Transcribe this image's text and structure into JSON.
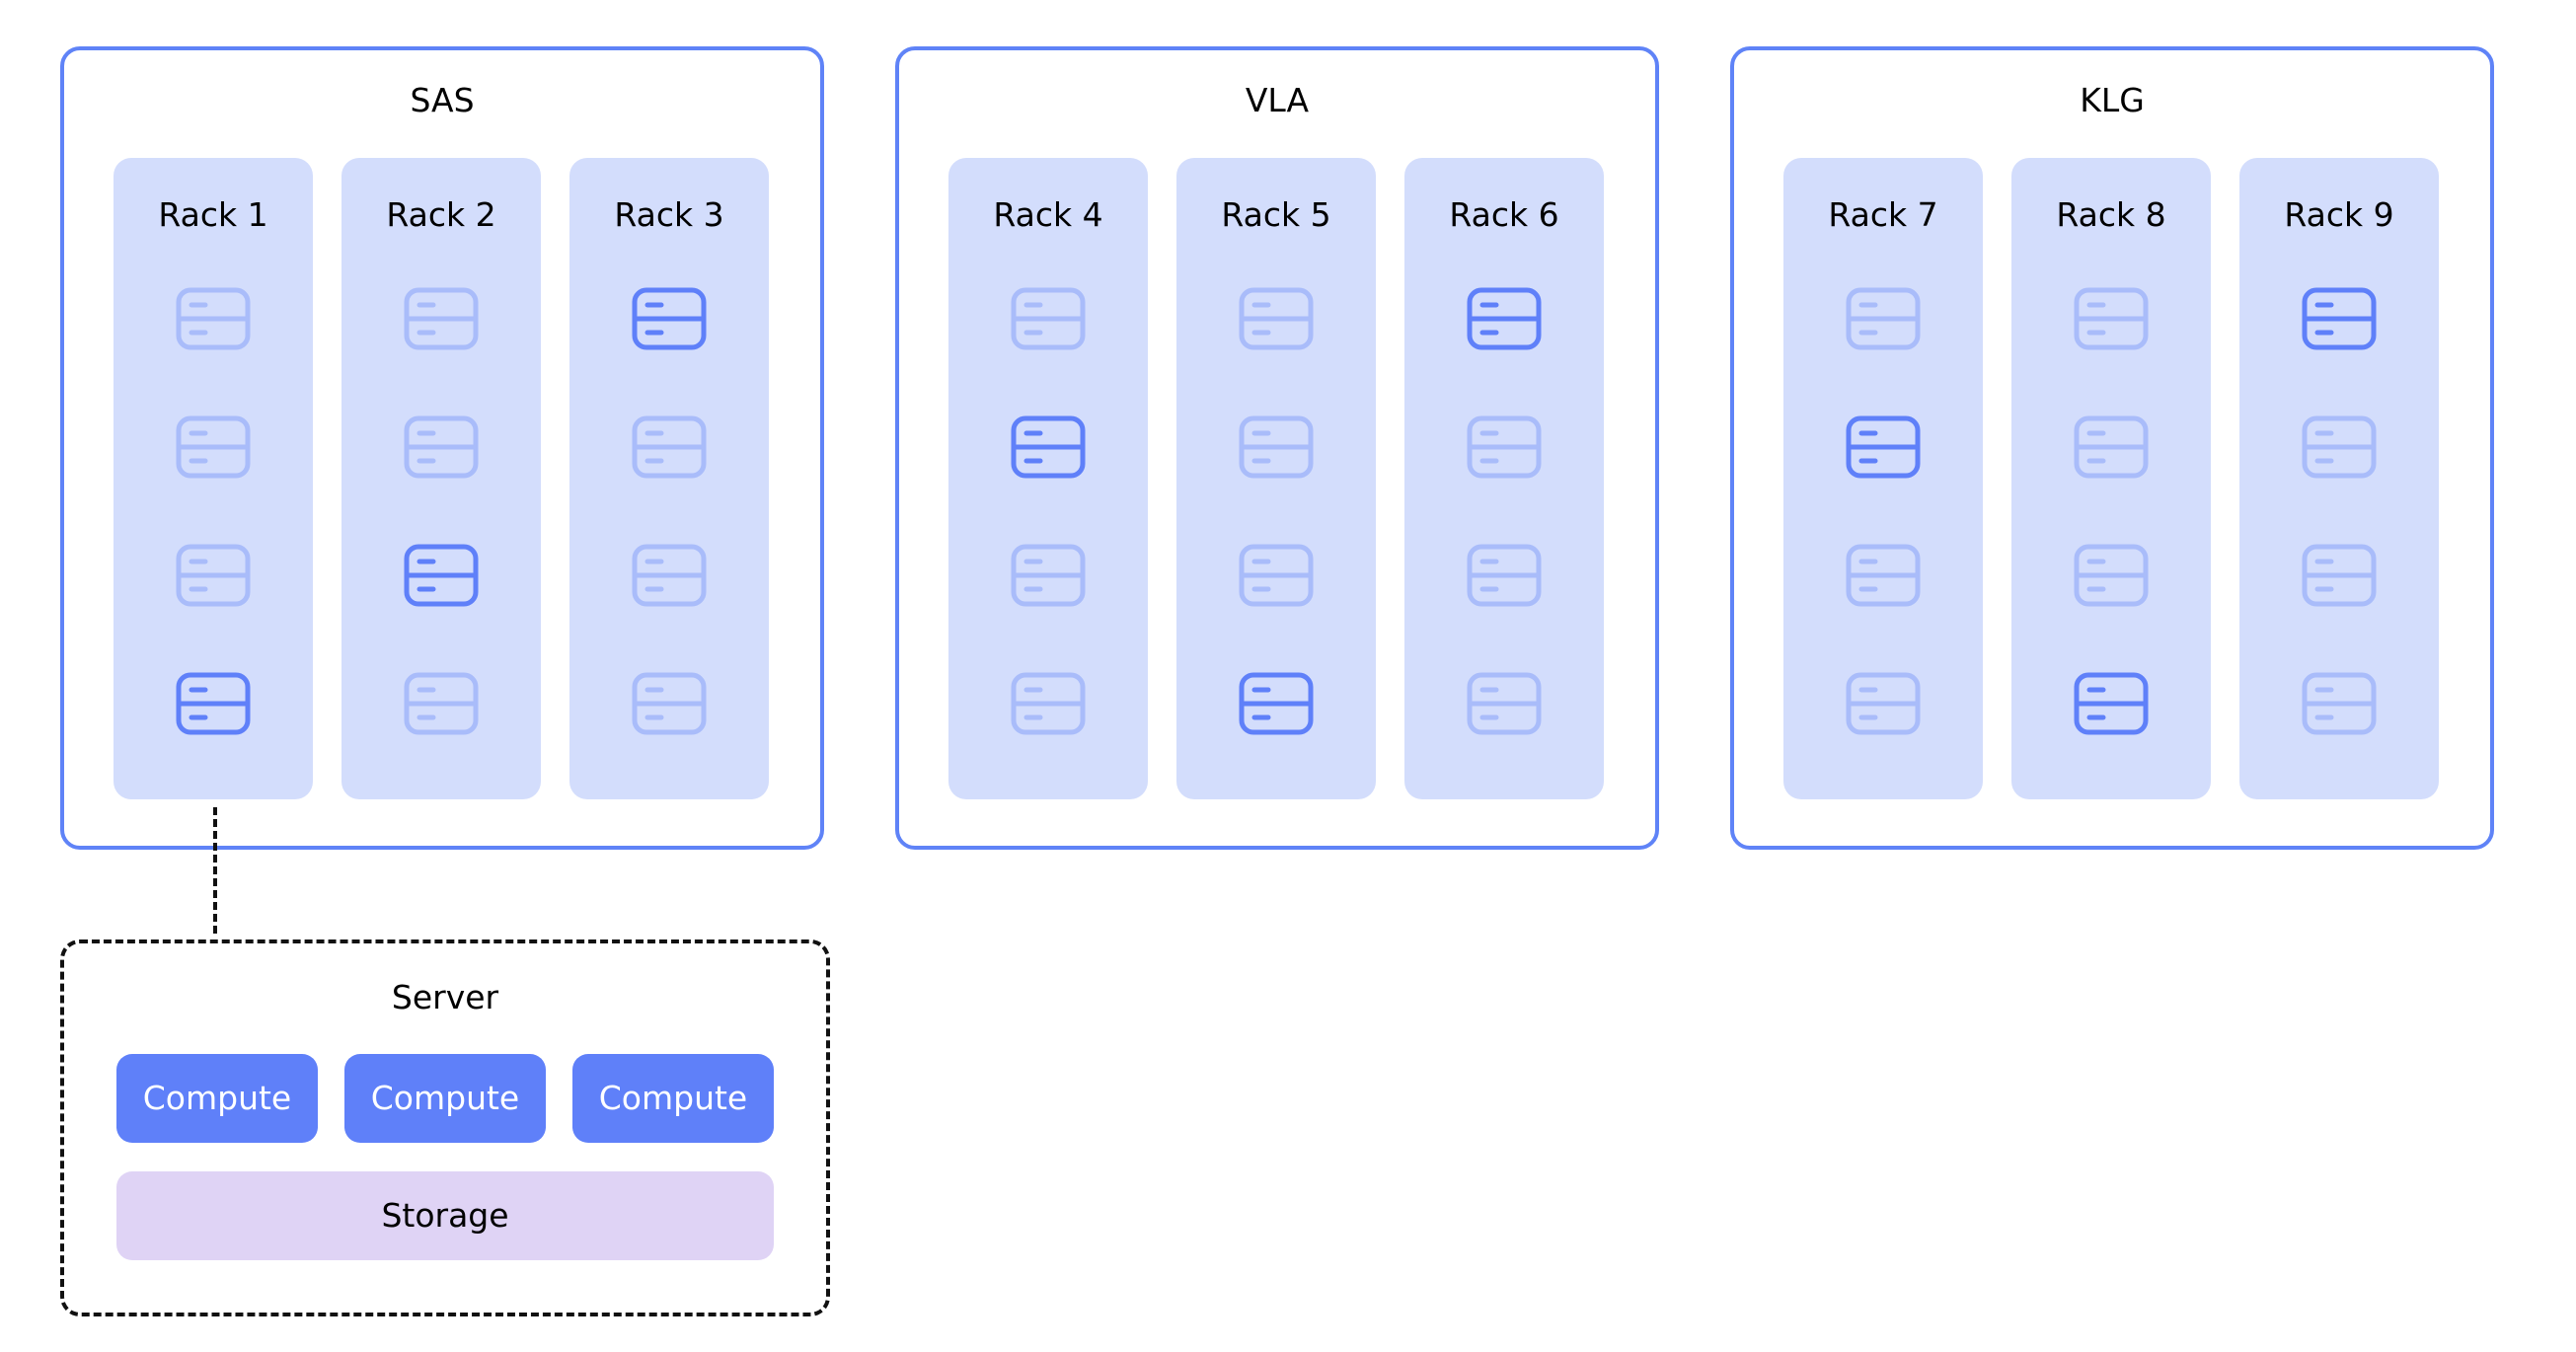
{
  "diagram": {
    "datacenters": [
      {
        "title": "SAS",
        "racks": [
          {
            "title": "Rack 1",
            "active_slot": 4
          },
          {
            "title": "Rack 2",
            "active_slot": 3
          },
          {
            "title": "Rack 3",
            "active_slot": 1
          }
        ]
      },
      {
        "title": "VLA",
        "racks": [
          {
            "title": "Rack 4",
            "active_slot": 2
          },
          {
            "title": "Rack 5",
            "active_slot": 4
          },
          {
            "title": "Rack 6",
            "active_slot": 1
          }
        ]
      },
      {
        "title": "KLG",
        "racks": [
          {
            "title": "Rack 7",
            "active_slot": 2
          },
          {
            "title": "Rack 8",
            "active_slot": 4
          },
          {
            "title": "Rack 9",
            "active_slot": 1
          }
        ]
      }
    ],
    "server_detail": {
      "title": "Server",
      "compute_labels": [
        "Compute",
        "Compute",
        "Compute"
      ],
      "storage_label": "Storage"
    }
  },
  "colors": {
    "border_blue": "#5f83f7",
    "rack_fill": "#d3ddfc",
    "server_active": "#5f80f9",
    "server_inactive": "#a9bcfa",
    "compute_fill": "#5f80f9",
    "storage_fill": "#dfd3f5"
  },
  "icons": {
    "server": "server-icon"
  }
}
